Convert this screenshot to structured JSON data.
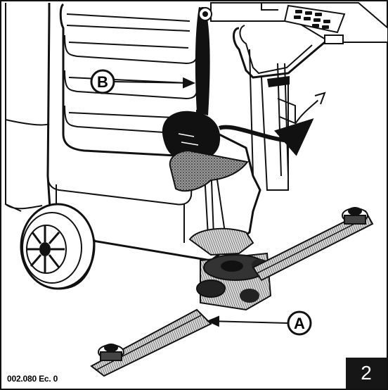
{
  "callouts": {
    "a_label": "A",
    "b_label": "B"
  },
  "footer": {
    "reference_code": "002.080 Ec. 0",
    "figure_number": "2"
  },
  "colors": {
    "ink": "#111111",
    "paper": "#ffffff",
    "badge_background": "#161616",
    "badge_text": "#ffffff"
  }
}
